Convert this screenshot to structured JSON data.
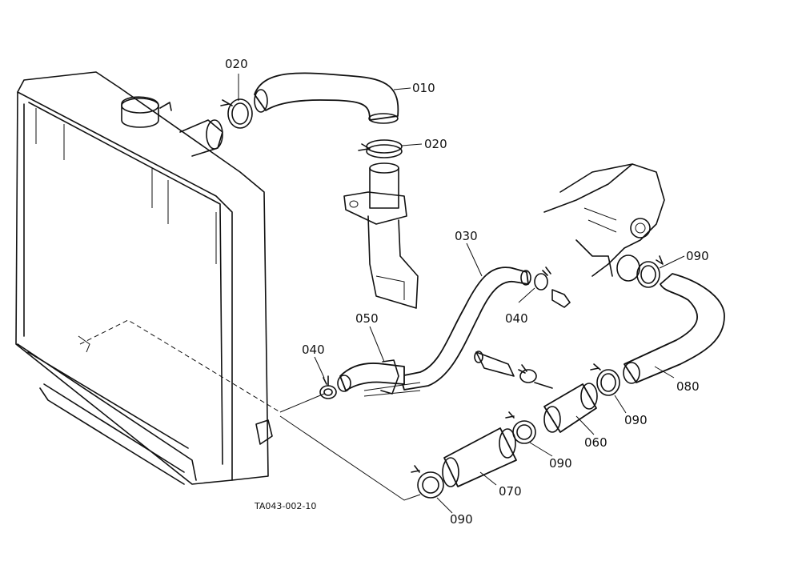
{
  "diagram": {
    "drawing_code": "TA043-002-10",
    "part_labels": [
      "020",
      "010",
      "020",
      "030",
      "090",
      "040",
      "050",
      "040",
      "080",
      "090",
      "060",
      "090",
      "070",
      "090"
    ]
  }
}
